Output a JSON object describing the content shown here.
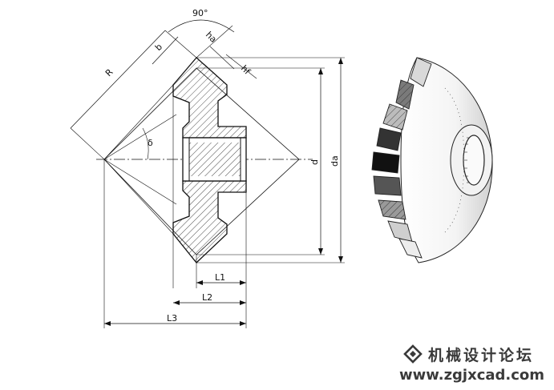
{
  "drawing": {
    "labels": {
      "angle": "90°",
      "ha": "ha",
      "hf": "hf",
      "b": "b",
      "R": "R",
      "delta": "δ",
      "d": "d",
      "da": "da",
      "L1": "L1",
      "L2": "L2",
      "L3": "L3"
    }
  },
  "watermark": {
    "site_name": "机械设计论坛",
    "url": "www.zgjxcad.com",
    "logo_icon": "diamond-logo-icon",
    "color": "#3a3a3a"
  }
}
